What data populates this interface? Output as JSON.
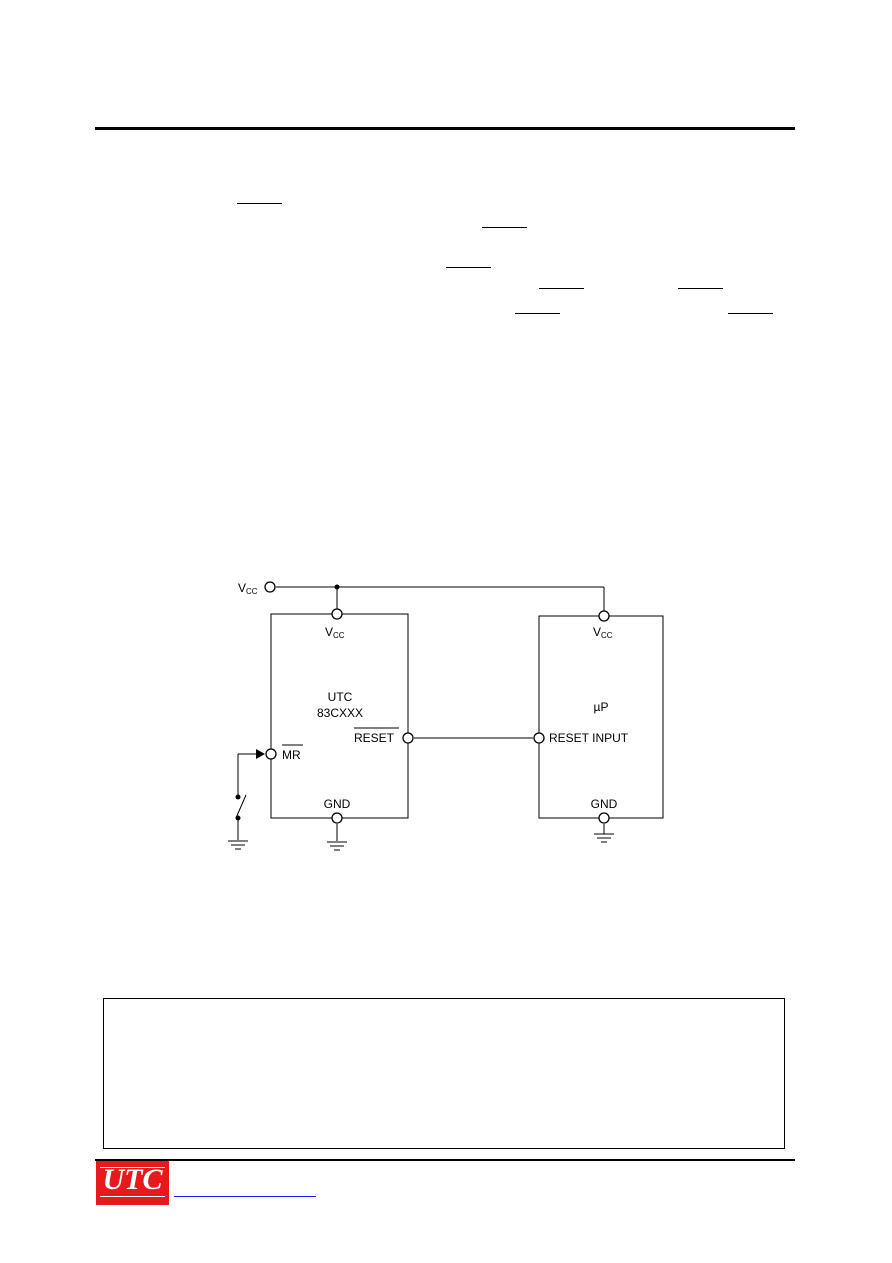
{
  "circuit": {
    "vcc_prefix": "V",
    "vcc_sub": "CC",
    "chip_name_line1": "UTC",
    "chip_name_line2": "83CXXX",
    "chip_vcc_prefix": "V",
    "chip_vcc_sub": "CC",
    "chip_reset": "RESET",
    "chip_mr": "MR",
    "chip_gnd": "GND",
    "up_name": "µP",
    "up_vcc_prefix": "V",
    "up_vcc_sub": "CC",
    "up_reset_input": "RESET INPUT",
    "up_gnd": "GND"
  },
  "footer": {
    "logo_text": "UTC"
  },
  "colors": {
    "logo_red": "#e8191c",
    "link_blue": "#1a1aff"
  }
}
